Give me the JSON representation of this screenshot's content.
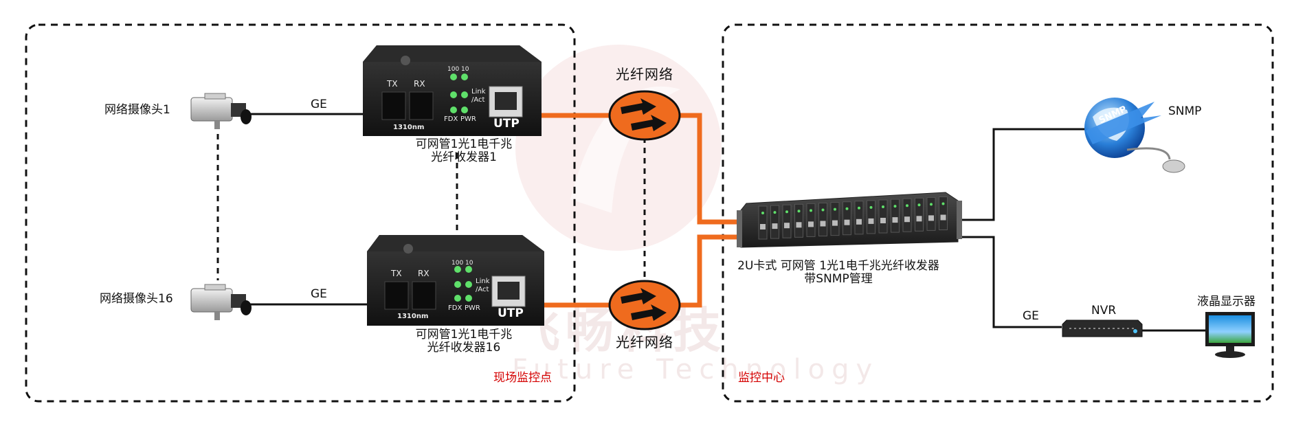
{
  "watermark": {
    "cn": "飞畅科技",
    "en": "Future Technology"
  },
  "zones": {
    "left_label": "现场监控点",
    "right_label": "监控中心"
  },
  "cameras": [
    {
      "label": "网络摄像头1",
      "link": "GE"
    },
    {
      "label": "网络摄像头16",
      "link": "GE"
    }
  ],
  "converters": [
    {
      "name_line1": "可网管1光1电千兆",
      "name_line2": "光纤收发器1",
      "tx": "TX",
      "rx": "RX",
      "wavelength": "1310nm",
      "leds": {
        "speed100": "100",
        "speed10": "10",
        "link": "Link",
        "act": "/Act",
        "fdx": "FDX",
        "pwr": "PWR"
      },
      "port": "UTP"
    },
    {
      "name_line1": "可网管1光1电千兆",
      "name_line2": "光纤收发器16",
      "tx": "TX",
      "rx": "RX",
      "wavelength": "1310nm",
      "leds": {
        "speed100": "100",
        "speed10": "10",
        "link": "Link",
        "act": "/Act",
        "fdx": "FDX",
        "pwr": "PWR"
      },
      "port": "UTP"
    }
  ],
  "fiber_networks": [
    {
      "label": "光纤网络"
    },
    {
      "label": "光纤网络"
    }
  ],
  "chassis": {
    "label_line1": "2U卡式 可网管 1光1电千兆光纤收发器",
    "label_line2": "带SNMP管理"
  },
  "snmp": {
    "label": "SNMP",
    "globe_text": "SNMP"
  },
  "nvr": {
    "label": "NVR",
    "link": "GE"
  },
  "monitor": {
    "label": "液晶显示器"
  },
  "colors": {
    "fiber": "#ef6b1e",
    "ellipse_fill": "#ef6b1e",
    "dashed": "#111111",
    "zone_label": "#d40000",
    "device_body": "#1c1c1c"
  }
}
